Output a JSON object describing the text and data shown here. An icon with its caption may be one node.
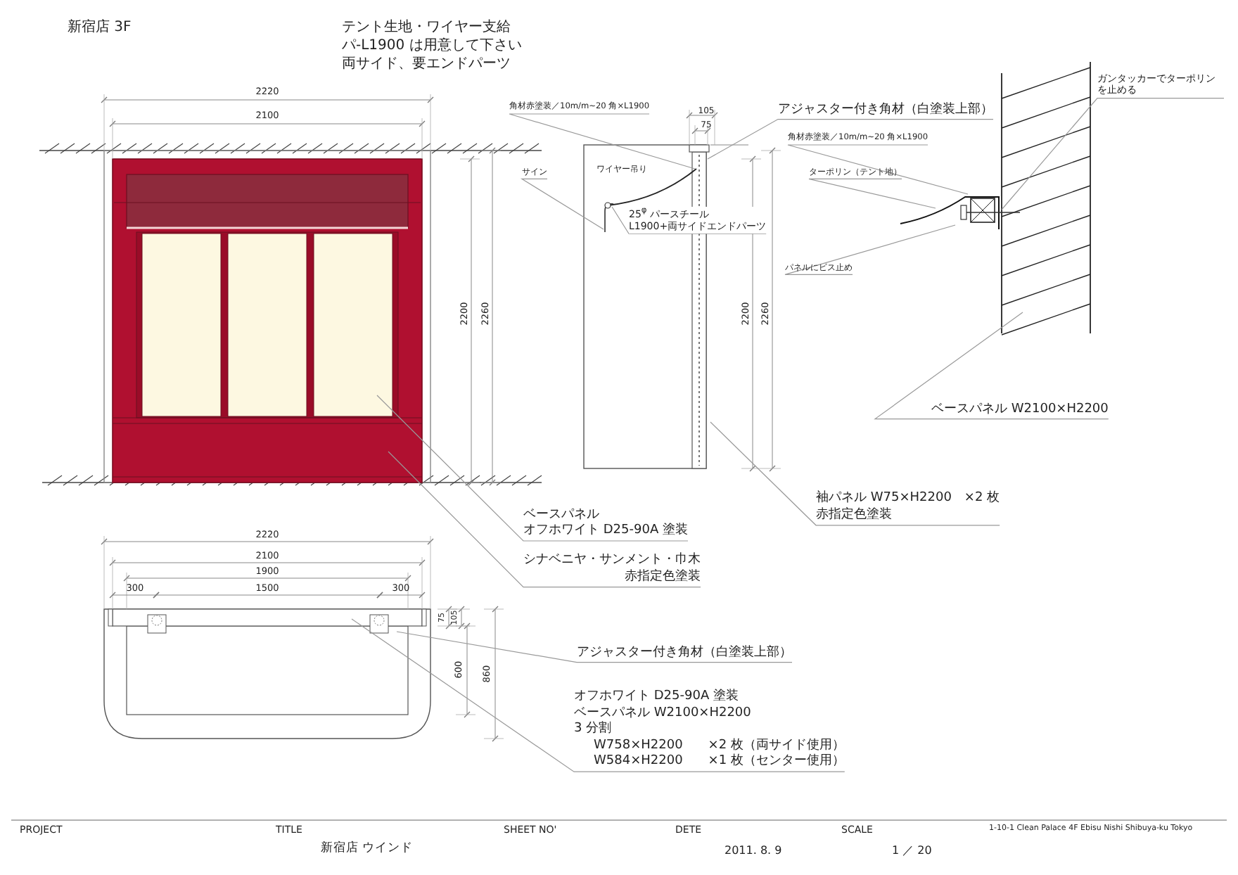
{
  "diagram": {
    "nodes": [
      {
        "text": [
          "ベースパネル",
          "オフホワイト D25-90A 塗装"
        ]
      },
      {
        "text": [
          "シナベニヤ・サンメント・巾木",
          "赤指定色塗装"
        ]
      },
      {
        "text": [
          "角材赤塗装／10m/m~20 角×L1900"
        ]
      },
      {
        "text": [
          "アジャスター付き角材（白塗装上部）"
        ]
      },
      {
        "text": [
          "サイン"
        ]
      },
      {
        "text": [
          "25$^{φ}$ パースチール",
          "L1900+両サイドエンドパーツ"
        ]
      },
      {
        "text": [
          "袖パネル W75×H2200　×2 枚",
          "赤指定色塗装"
        ]
      },
      {
        "text": [
          "ガンタッカーでターポリンを止める"
        ]
      },
      {
        "text": [
          "角材赤塗装／10m/m~20 角×L1900"
        ]
      },
      {
        "text": [
          "ターポリン（テント地）"
        ]
      },
      {
        "text": [
          "パネルにビス止め"
        ]
      },
      {
        "text": [
          "ベースパネル W2100×H2200"
        ]
      },
      {
        "text": [
          "アジャスター付き角材（白塗装上部）"
        ]
      },
      {
        "text": [
          "オフホワイト D25-90A 塗装",
          "ベースパネル W2100×H2200",
          "3 分割",
          "W758×H2200　　×2 枚（両サイド使用）",
          "W584×H2200　　×1 枚（センター使用）"
        ]
      }
    ],
    "edges": [
      {
        "from": 0,
        "to": null,
        "arrow": "none"
      },
      {
        "from": 1,
        "to": null,
        "arrow": "none"
      },
      {
        "from": 2,
        "to": null,
        "arrow": "none"
      },
      {
        "from": 3,
        "to": null,
        "arrow": "none"
      },
      {
        "from": 4,
        "to": null,
        "arrow": "none"
      },
      {
        "from": 5,
        "to": null,
        "arrow": "none"
      },
      {
        "from": 6,
        "to": null,
        "arrow": "none"
      },
      {
        "from": 7,
        "to": null,
        "arrow": "none"
      },
      {
        "from": 8,
        "to": null,
        "arrow": "none"
      },
      {
        "from": 9,
        "to": null,
        "arrow": "none"
      },
      {
        "from": 10,
        "to": null,
        "arrow": "none"
      },
      {
        "from": 11,
        "to": null,
        "arrow": "none"
      },
      {
        "from": 12,
        "to": null,
        "arrow": "none"
      },
      {
        "from": 13,
        "to": null,
        "arrow": "none"
      }
    ],
    "labels": [
      "新宿店 3F",
      "テント生地・ワイヤー支給",
      "パ-L1900 は用意して下さい",
      "両サイド、要エンドパーツ",
      "2220",
      "2100",
      "2200",
      "2260",
      "ワイヤー吊り",
      "105",
      "75",
      "2200",
      "2260",
      "2220",
      "2100",
      "1900",
      "300",
      "1500",
      "300",
      "75",
      "105",
      "600",
      "860",
      "PROJECT",
      "TITLE",
      "新宿店 ウインド",
      "SHEET NO'",
      "DETE",
      "2011. 8. 9",
      "SCALE",
      "1 ／ 20",
      "1-10-1 Clean Palace 4F Ebisu Nishi Shibuya-ku Tokyo"
    ]
  }
}
